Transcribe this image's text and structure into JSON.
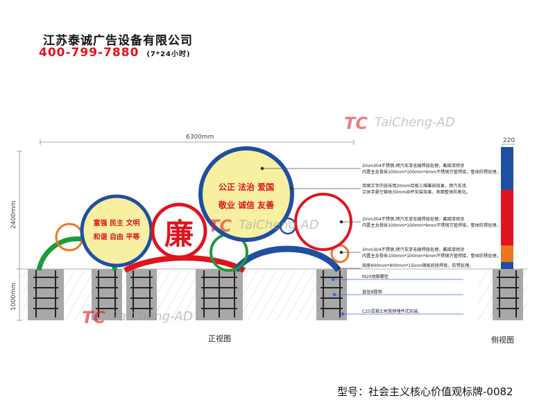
{
  "company": {
    "name": "江苏泰诚广告设备有限公司",
    "hotline": "400-799-7880",
    "hotline_note": "(7*24小时)"
  },
  "watermark": {
    "brand": "TaiCheng-AD",
    "logo_mark": "TC"
  },
  "dimensions": {
    "width": "6300mm",
    "height_above": "2400mm",
    "height_below": "1000mm",
    "side_width": "220"
  },
  "circles": {
    "left_text_1": "富强  民主  文明",
    "left_text_2": "和谐  自由  平等",
    "center_char": "廉",
    "big_text_1": "公正  法治  爱国",
    "big_text_2": "敬业  诚信  友善"
  },
  "annotations": {
    "a1_line1": "2mm304不锈钢,烤汽车漆无缝焊接处理，氟碳漆喷涂",
    "a1_line2": "内置主龙骨采100mm*100mm*4mm不锈钢方管焊接，整体防锈处理，",
    "a2_line1": "双面文字内容采用20mm铝板三维雕刻效果，烤汽车漆,",
    "a2_line2": "立体字悬空箱体30mm丝杆安装效果，表面整体防氧化。",
    "a3_line1": "2mm304不锈钢,烤汽车漆无缝焊接处理，氟碳漆喷涂",
    "a3_line2": "内置主龙骨采100mm*100mm*4mm不锈钢方管焊接，整体防锈处理，",
    "a4_line1": "2mm304不锈钢,烤汽车漆无缝焊接处理，氟碳漆喷涂",
    "a4_line2": "内置主龙骨采100mm*100mm*4mm不锈钢方管焊接，整体防锈处理，",
    "a5": "底座600mm*800mm*15mm钢板底座焊接，防锈处理。",
    "a6": "M20地脚螺栓",
    "a7": "直径8圆钢",
    "a8": "C25混凝土地笼预埋件式安装。"
  },
  "views": {
    "front": "正视图",
    "side": "侧视图"
  },
  "model": "型号：社会主义核心价值观标牌-0082",
  "colors": {
    "blue": "#1f4fa0",
    "red": "#e0141e",
    "green": "#1f9a3a",
    "orange": "#e8781e",
    "yellow": "#f7f0a0",
    "concrete": "#a8a8a8"
  }
}
